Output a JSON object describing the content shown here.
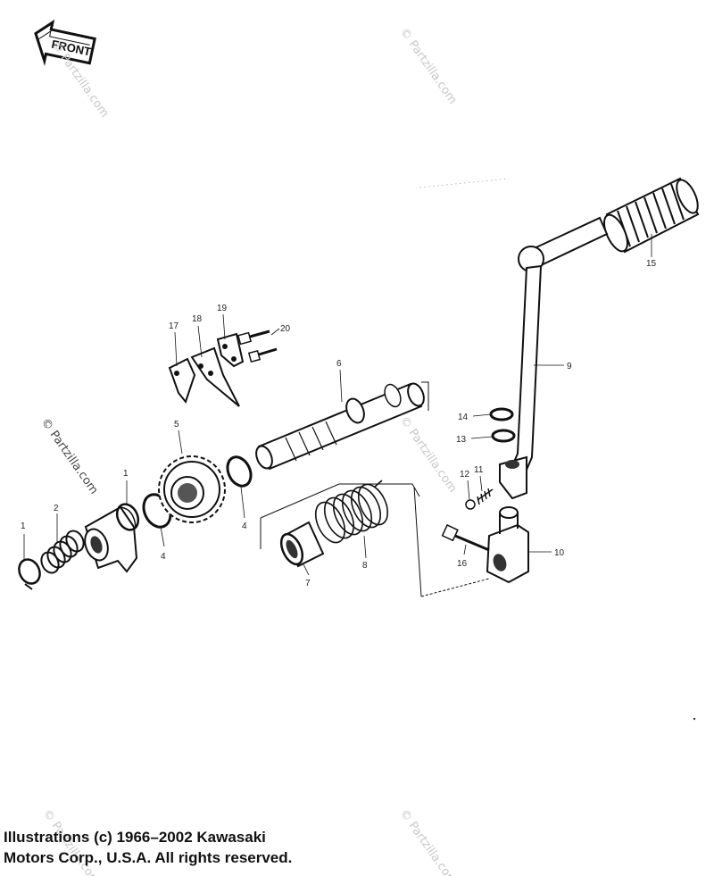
{
  "direction_badge": {
    "label": "FRONT"
  },
  "watermarks": [
    "© Partzilla.com",
    "© Partzilla.com",
    "© Partzilla.com",
    "© Partzilla.com",
    "© Partzilla.com",
    "© Partzilla.com"
  ],
  "callouts": [
    "1",
    "2",
    "1",
    "4",
    "5",
    "4",
    "6",
    "7",
    "8",
    "17",
    "18",
    "19",
    "20",
    "14",
    "13",
    "12",
    "11",
    "9",
    "15",
    "16",
    "10"
  ],
  "copyright": {
    "line1": "Illustrations (c) 1966–2002 Kawasaki",
    "line2": "Motors Corp., U.S.A.  All rights reserved."
  },
  "colors": {
    "ink": "#222222",
    "watermark": "#c8c8c8",
    "background": "#ffffff"
  }
}
